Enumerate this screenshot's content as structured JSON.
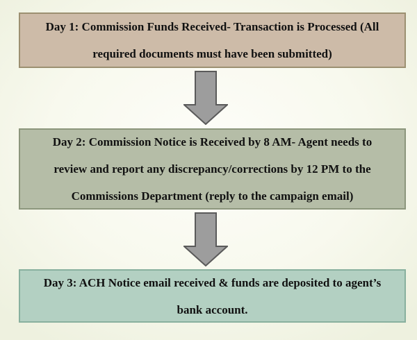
{
  "page": {
    "background_edge_color": "#eef1df",
    "background_center_color": "#fdfdf9",
    "text_color": "#111111"
  },
  "flowchart": {
    "boxes": [
      {
        "id": "day1",
        "fill": "#cdbba8",
        "border": "#9c9071",
        "lines": [
          "Day 1: Commission Funds Received- Transaction is Processed (All",
          "required documents must have been submitted)"
        ]
      },
      {
        "id": "day2",
        "fill": "#b5bda7",
        "border": "#8c967c",
        "lines": [
          "Day 2: Commission Notice is Received by 8 AM- Agent needs to",
          "review and report any discrepancy/corrections by 12 PM to the",
          "Commissions Department (reply to the campaign email)"
        ]
      },
      {
        "id": "day3",
        "fill": "#b3d0c2",
        "border": "#88b09e",
        "lines": [
          "Day 3: ACH Notice email received & funds are deposited to agent’s",
          "bank account."
        ]
      }
    ],
    "arrows": [
      {
        "id": "arrow-day1-day2",
        "fill": "#9d9d9d",
        "stroke": "#5a5a5a"
      },
      {
        "id": "arrow-day2-day3",
        "fill": "#9d9d9d",
        "stroke": "#5a5a5a"
      }
    ]
  }
}
